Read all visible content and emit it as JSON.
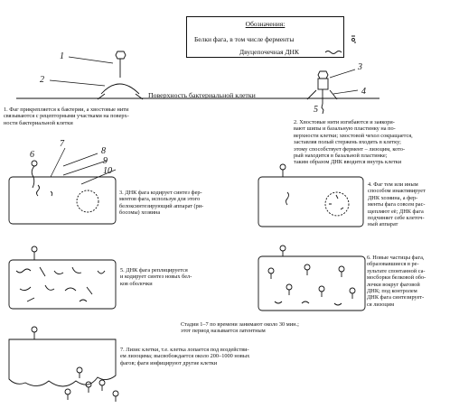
{
  "legend": {
    "title": "Обозначения:",
    "line1": "Белки фага, в том числе ферменты",
    "line2": "Двуцепочечная ДНК"
  },
  "surface_label": "Поверхность бактериальной клетки",
  "numbers": [
    "1",
    "2",
    "3",
    "4",
    "5",
    "6",
    "7",
    "8",
    "9",
    "10"
  ],
  "steps": [
    {
      "text": "1. Фаг прикрепляется к бактерии, а хвостовые нити\nсвязываются с рецепторными участками на поверх-\nности бактериальной клетки"
    },
    {
      "text": "2. Хвостовые нити изгибаются и заякори-\nвают шипы и базальную пластинку на по-\nверхности клетки; хвостовой чехол сокращается,\nзаставляя полый стержень входить в клетку;\nэтому способствует фермент – лизоцим, кото-\nрый находится в базальной пластинке;\nтаким образом ДНК вводится внутрь клетки"
    },
    {
      "text": "3. ДНК фага кодирует синтез фер-\nментов фага, используя для этого\nбелоксинтезирующий аппарат (ри-\nбосомы) хозяина"
    },
    {
      "text": "4. Фаг тем или иным\nспособом инактивирует\nДНК хозяина, а фер-\nменты фага совсем рас-\nщепляют её; ДНК фага\nподчиняет себе клеточ-\nный аппарат"
    },
    {
      "text": "5. ДНК фага реплицируется\nи кодирует синтез новых бел-\nков оболочки"
    },
    {
      "text": "6. Новые частицы фага,\nобразовавшиеся в ре-\nзультате спонтанной са-\nмосборки белковой обо-\nлочки вокруг фаговой\nДНК; под контролем\nДНК фага синтезирует-\nся лизоцим"
    },
    {
      "text": "7. Лизис клетки, т.е. клетка лопается под воздействи-\nем лизоцима; высвобождается около 200–1000 новых\nфагов; фаги инфицируют другие клетки"
    }
  ],
  "timing_note": "Стадии 1–7 по времени занимают около 30 мин.;\nэтот период называется латентным"
}
